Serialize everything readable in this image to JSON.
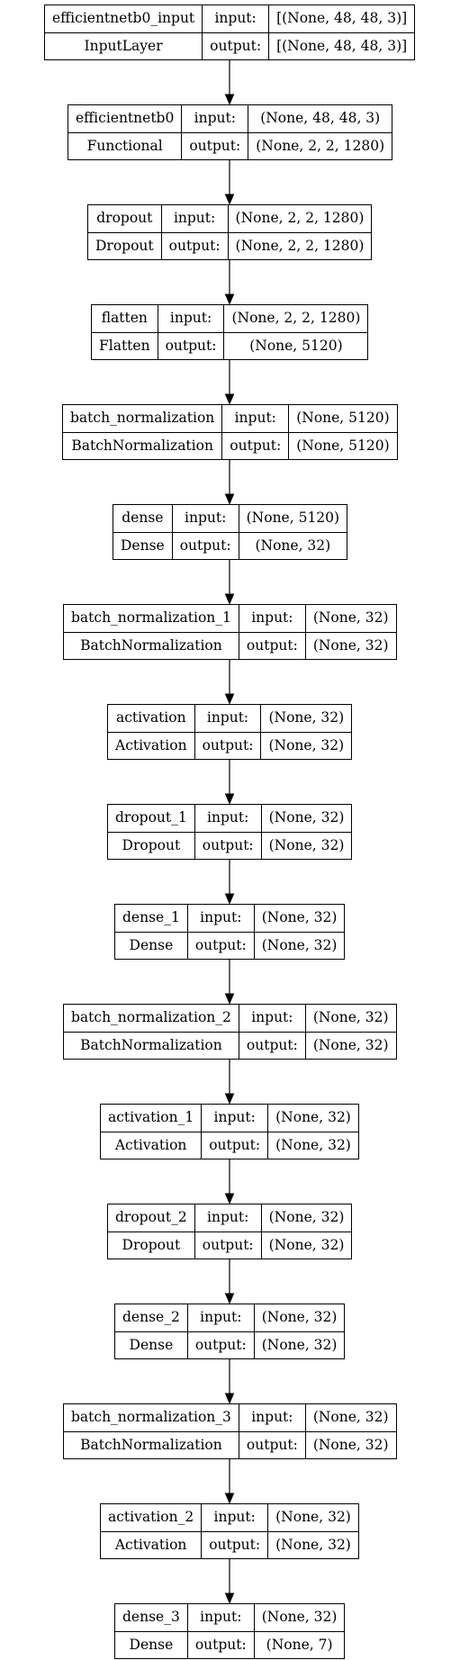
{
  "diagram": {
    "type": "keras-model-plot",
    "layers": [
      {
        "name": "efficientnetb0_input",
        "class": "InputLayer",
        "input": "[(None, 48, 48, 3)]",
        "output": "[(None, 48, 48, 3)]"
      },
      {
        "name": "efficientnetb0",
        "class": "Functional",
        "input": "(None, 48, 48, 3)",
        "output": "(None, 2, 2, 1280)"
      },
      {
        "name": "dropout",
        "class": "Dropout",
        "input": "(None, 2, 2, 1280)",
        "output": "(None, 2, 2, 1280)"
      },
      {
        "name": "flatten",
        "class": "Flatten",
        "input": "(None, 2, 2, 1280)",
        "output": "(None, 5120)"
      },
      {
        "name": "batch_normalization",
        "class": "BatchNormalization",
        "input": "(None, 5120)",
        "output": "(None, 5120)"
      },
      {
        "name": "dense",
        "class": "Dense",
        "input": "(None, 5120)",
        "output": "(None, 32)"
      },
      {
        "name": "batch_normalization_1",
        "class": "BatchNormalization",
        "input": "(None, 32)",
        "output": "(None, 32)"
      },
      {
        "name": "activation",
        "class": "Activation",
        "input": "(None, 32)",
        "output": "(None, 32)"
      },
      {
        "name": "dropout_1",
        "class": "Dropout",
        "input": "(None, 32)",
        "output": "(None, 32)"
      },
      {
        "name": "dense_1",
        "class": "Dense",
        "input": "(None, 32)",
        "output": "(None, 32)"
      },
      {
        "name": "batch_normalization_2",
        "class": "BatchNormalization",
        "input": "(None, 32)",
        "output": "(None, 32)"
      },
      {
        "name": "activation_1",
        "class": "Activation",
        "input": "(None, 32)",
        "output": "(None, 32)"
      },
      {
        "name": "dropout_2",
        "class": "Dropout",
        "input": "(None, 32)",
        "output": "(None, 32)"
      },
      {
        "name": "dense_2",
        "class": "Dense",
        "input": "(None, 32)",
        "output": "(None, 32)"
      },
      {
        "name": "batch_normalization_3",
        "class": "BatchNormalization",
        "input": "(None, 32)",
        "output": "(None, 32)"
      },
      {
        "name": "activation_2",
        "class": "Activation",
        "input": "(None, 32)",
        "output": "(None, 32)"
      },
      {
        "name": "dense_3",
        "class": "Dense",
        "input": "(None, 32)",
        "output": "(None, 7)"
      }
    ],
    "port_labels": {
      "input": "input:",
      "output": "output:"
    },
    "edges": [
      {
        "from": "efficientnetb0_input",
        "to": "efficientnetb0"
      },
      {
        "from": "efficientnetb0",
        "to": "dropout"
      },
      {
        "from": "dropout",
        "to": "flatten"
      },
      {
        "from": "flatten",
        "to": "batch_normalization"
      },
      {
        "from": "batch_normalization",
        "to": "dense"
      },
      {
        "from": "dense",
        "to": "batch_normalization_1"
      },
      {
        "from": "batch_normalization_1",
        "to": "activation"
      },
      {
        "from": "activation",
        "to": "dropout_1"
      },
      {
        "from": "dropout_1",
        "to": "dense_1"
      },
      {
        "from": "dense_1",
        "to": "batch_normalization_2"
      },
      {
        "from": "batch_normalization_2",
        "to": "activation_1"
      },
      {
        "from": "activation_1",
        "to": "dropout_2"
      },
      {
        "from": "dropout_2",
        "to": "dense_2"
      },
      {
        "from": "dense_2",
        "to": "batch_normalization_3"
      },
      {
        "from": "batch_normalization_3",
        "to": "activation_2"
      },
      {
        "from": "activation_2",
        "to": "dense_3"
      }
    ],
    "colors": {
      "stroke": "#000000",
      "background": "#ffffff",
      "text": "#000000"
    }
  }
}
